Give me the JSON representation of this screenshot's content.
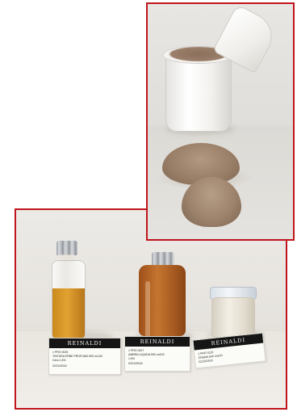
{
  "photos": [
    {
      "id": "bottom",
      "labels": [
        {
          "brand": "REINALDI",
          "lines": [
            "1 PRO 0025",
            "TINTURA ERBE PROFUMO 500 nn100",
            "Cera 1,5%",
            "02/10/2016"
          ]
        },
        {
          "brand": "REINALDI",
          "lines": [
            "1 PRO 0027",
            "AMBRA LIQUIDA 500 nn100",
            "1,5%",
            "02/10/2016"
          ]
        },
        {
          "brand": "REINALDI",
          "lines": [
            "1 PRO 0120",
            "CREMA 500 nn100",
            "02/10/2016"
          ]
        }
      ]
    },
    {
      "id": "top"
    }
  ],
  "colors": {
    "frame_border": "#c0141c",
    "oil": "#e2a232",
    "amber": "#c5752f",
    "powder": "#9a7f68"
  }
}
